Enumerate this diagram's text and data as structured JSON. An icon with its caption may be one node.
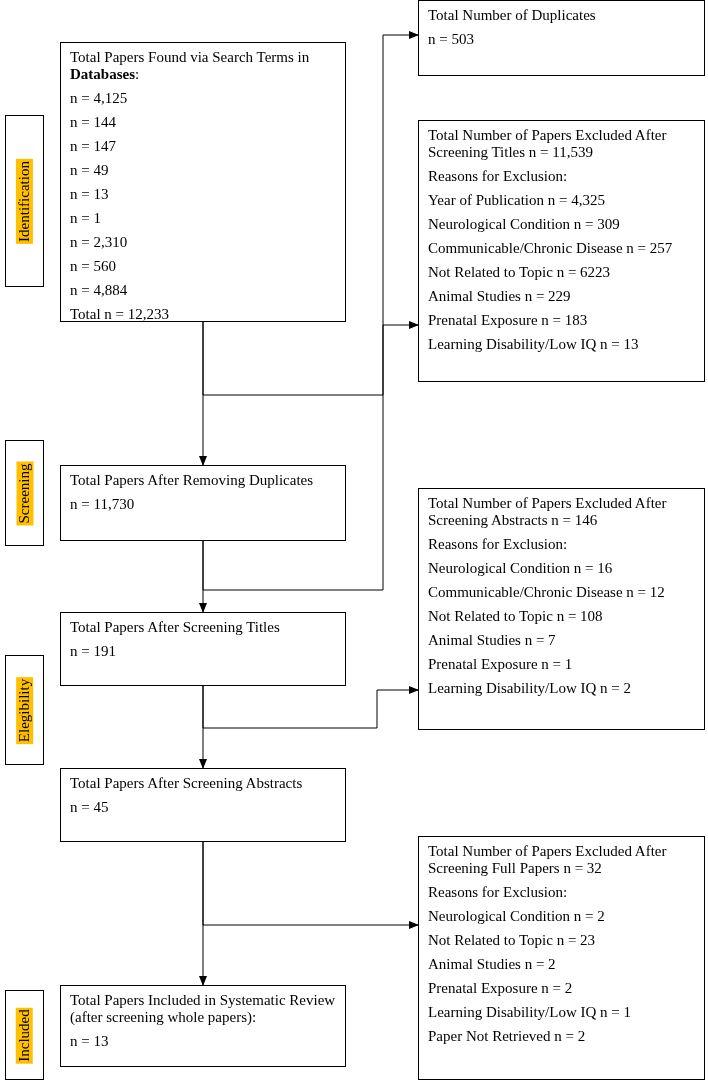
{
  "diagram": {
    "nodes": [
      {
        "text": [
          "Identification"
        ]
      },
      {
        "text": [
          "Total Papers Found via Search Terms in **Databases**:",
          "n = 4,125",
          "n = 144",
          "n = 147",
          "n = 49",
          "n = 13",
          "n = 1",
          "n = 2,310",
          "n = 560",
          "n = 4,884",
          "Total n = 12,233"
        ]
      },
      {
        "text": [
          "Total Number of Duplicates",
          "n = 503"
        ]
      },
      {
        "text": [
          "Total Number of Papers Excluded After Screening Titles n = 11,539",
          "Reasons for Exclusion:",
          "Year of Publication n = 4,325",
          "Neurological Condition n = 309",
          "Communicable/Chronic Disease n = 257",
          "Not Related to Topic n = 6223",
          "Animal Studies n = 229",
          "Prenatal Exposure n = 183",
          "Learning Disability/Low IQ n = 13"
        ]
      },
      {
        "text": [
          "Screening"
        ]
      },
      {
        "text": [
          "Total Papers After Removing Duplicates",
          "n = 11,730"
        ]
      },
      {
        "text": [
          "Total Papers After Screening Titles",
          "n = 191"
        ]
      },
      {
        "text": [
          "Total Number of Papers Excluded After Screening Abstracts n = 146",
          "Reasons for Exclusion:",
          "Neurological Condition n = 16",
          "Communicable/Chronic Disease n = 12",
          "Not Related to Topic n = 108",
          "Animal Studies n = 7",
          "Prenatal Exposure n = 1",
          "Learning Disability/Low IQ n = 2"
        ]
      },
      {
        "text": [
          "Elegibility"
        ]
      },
      {
        "text": [
          "Total Papers After Screening Abstracts",
          "n = 45"
        ]
      },
      {
        "text": [
          "Total Number of Papers Excluded After Screening Full Papers n = 32",
          "Reasons for Exclusion:",
          "Neurological Condition n = 2",
          "Not Related to Topic n = 23",
          "Animal Studies n = 2",
          "Prenatal Exposure n = 2",
          "Learning Disability/Low IQ n = 1",
          "Paper Not Retrieved n = 2"
        ]
      },
      {
        "text": [
          "Included"
        ]
      },
      {
        "text": [
          "Total Papers Included in Systematic Review (after screening whole papers):",
          "n = 13"
        ]
      }
    ],
    "edges": [
      {
        "from": 1,
        "to": 5,
        "arrow": "to"
      },
      {
        "from": 1,
        "to": 2,
        "arrow": "to"
      },
      {
        "from": 5,
        "to": 6,
        "arrow": "to"
      },
      {
        "from": 5,
        "to": 3,
        "arrow": "to"
      },
      {
        "from": 6,
        "to": 9,
        "arrow": "to"
      },
      {
        "from": 6,
        "to": 7,
        "arrow": "to"
      },
      {
        "from": 9,
        "to": 12,
        "arrow": "to"
      },
      {
        "from": 9,
        "to": 10,
        "arrow": "to"
      }
    ]
  }
}
